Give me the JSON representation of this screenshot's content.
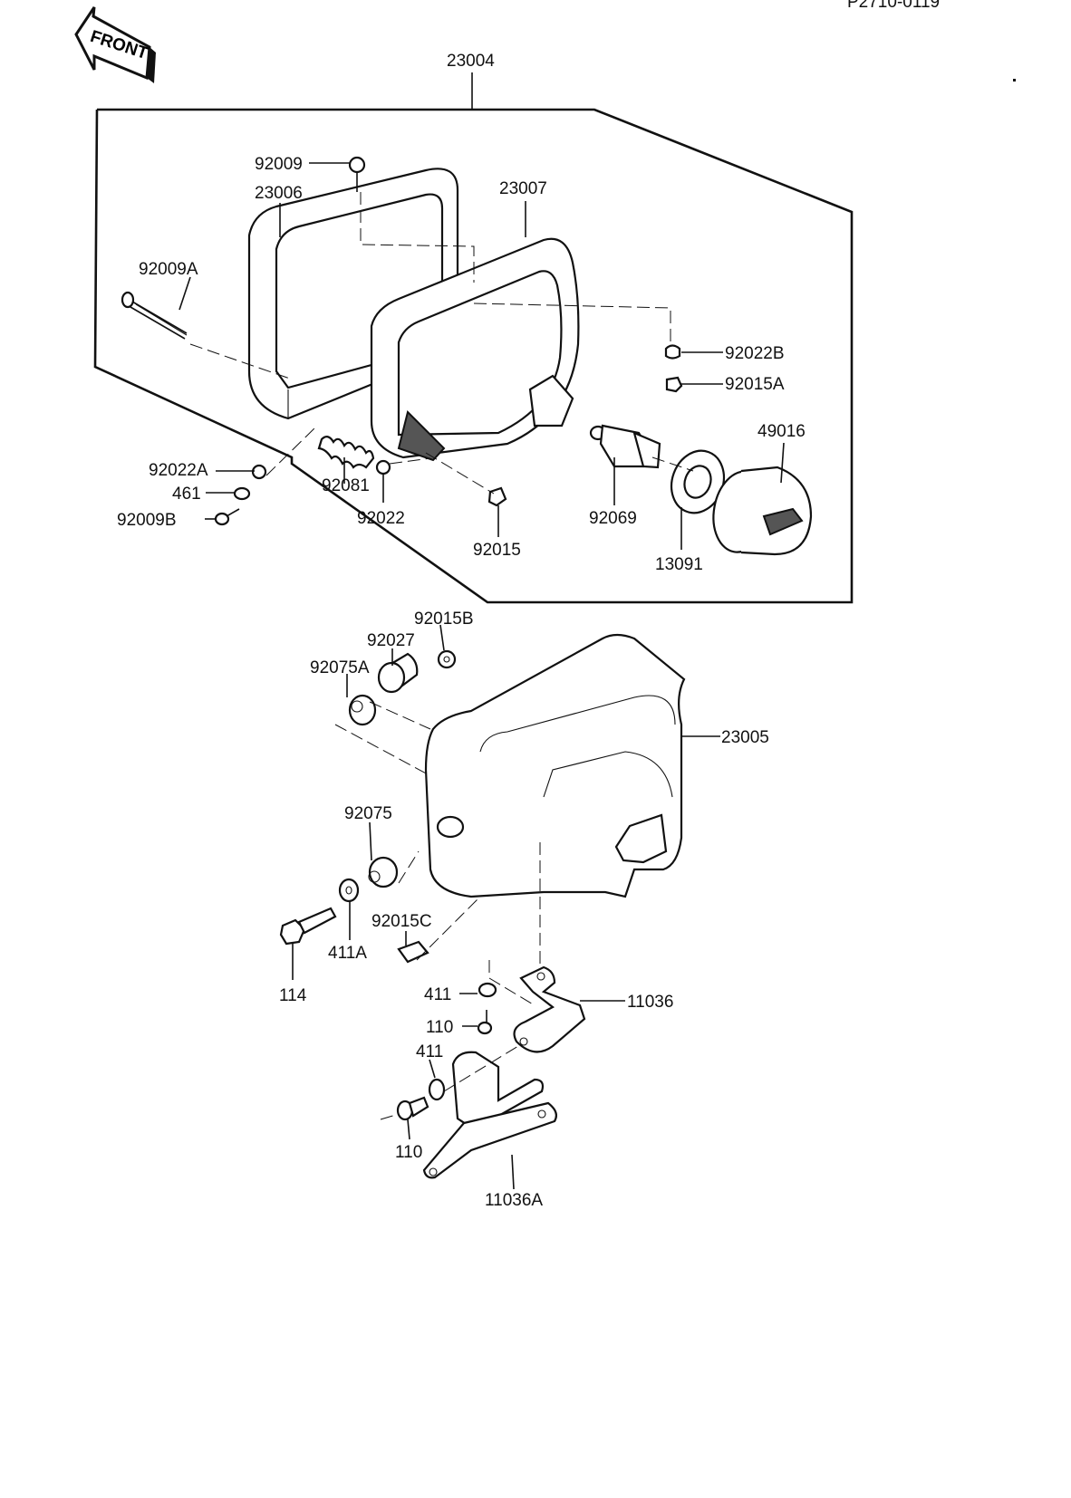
{
  "ref_code": "P2710-0119",
  "front_text": "FRONT",
  "labels": {
    "p23004": "23004",
    "p92009": "92009",
    "p23006": "23006",
    "p23007": "23007",
    "p92009A": "92009A",
    "p92022B": "92022B",
    "p92015A": "92015A",
    "p49016": "49016",
    "p92022A": "92022A",
    "p461": "461",
    "p92009B": "92009B",
    "p92081": "92081",
    "p92022": "92022",
    "p92015": "92015",
    "p92069": "92069",
    "p13091": "13091",
    "p92015B": "92015B",
    "p92027": "92027",
    "p92075A": "92075A",
    "p23005": "23005",
    "p92075": "92075",
    "p92015C": "92015C",
    "p411A": "411A",
    "p114": "114",
    "p411a": "411",
    "p110a": "110",
    "p11036": "11036",
    "p411b": "411",
    "p110b": "110",
    "p11036A": "11036A"
  }
}
